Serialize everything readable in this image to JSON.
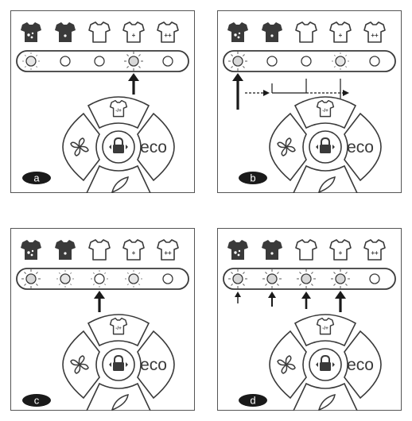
{
  "colors": {
    "stroke": "#3a3a3a",
    "panel_border": "#555555",
    "led_glow": "#888888",
    "badge_fill": "#1a1a1a",
    "badge_text": "#ffffff"
  },
  "icons": {
    "shirt_1": "shirt-filled-stain-icon",
    "shirt_2": "shirt-filled-dot-icon",
    "shirt_3": "shirt-outline-icon",
    "shirt_4": "shirt-plus-icon",
    "shirt_5": "shirt-plus-plus-icon",
    "center_top": "shirt-minus-plus-icon",
    "left": "fan-icon",
    "center": "lock-icon",
    "bottom": "leaf-icon"
  },
  "labels": {
    "shirt_4_mark": "+",
    "shirt_5_mark": "++",
    "top_button_mark": "-/+",
    "eco": "eco"
  },
  "panels": [
    {
      "id": "a",
      "badge": "a",
      "lit": [
        1,
        4
      ],
      "steps": []
    },
    {
      "id": "b",
      "badge": "b",
      "lit": [
        1,
        4
      ],
      "steps": []
    },
    {
      "id": "c",
      "badge": "c",
      "lit": [
        1,
        2,
        3,
        4
      ],
      "steps": []
    },
    {
      "id": "d",
      "badge": "d",
      "lit": [
        1,
        2,
        3,
        4
      ],
      "steps": []
    }
  ]
}
